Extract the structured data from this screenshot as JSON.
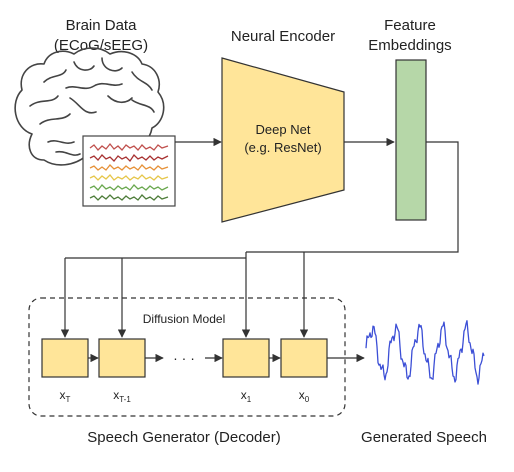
{
  "labels": {
    "brain_line1": "Brain Data",
    "brain_line2": "(ECoG/sEEG)",
    "encoder_title": "Neural Encoder",
    "feature_line1": "Feature",
    "feature_line2": "Embeddings",
    "deepnet_line1": "Deep Net",
    "deepnet_line2": "(e.g. ResNet)",
    "diffusion_model": "Diffusion Model",
    "ellipsis": "· · ·",
    "speech_generator": "Speech Generator (Decoder)",
    "generated_speech": "Generated Speech"
  },
  "steps": [
    {
      "main": "x",
      "sub": "T"
    },
    {
      "main": "x",
      "sub": "T-1"
    },
    {
      "main": "x",
      "sub": "1"
    },
    {
      "main": "x",
      "sub": "0"
    }
  ],
  "colors": {
    "encoder_fill": "#ffe599",
    "step_fill": "#ffe599",
    "embedding_fill": "#b6d7a8",
    "waveform": "#3c4fd6",
    "line": "#333333"
  },
  "icons": [
    "brain-icon",
    "eeg-traces-icon",
    "speech-waveform-icon"
  ]
}
